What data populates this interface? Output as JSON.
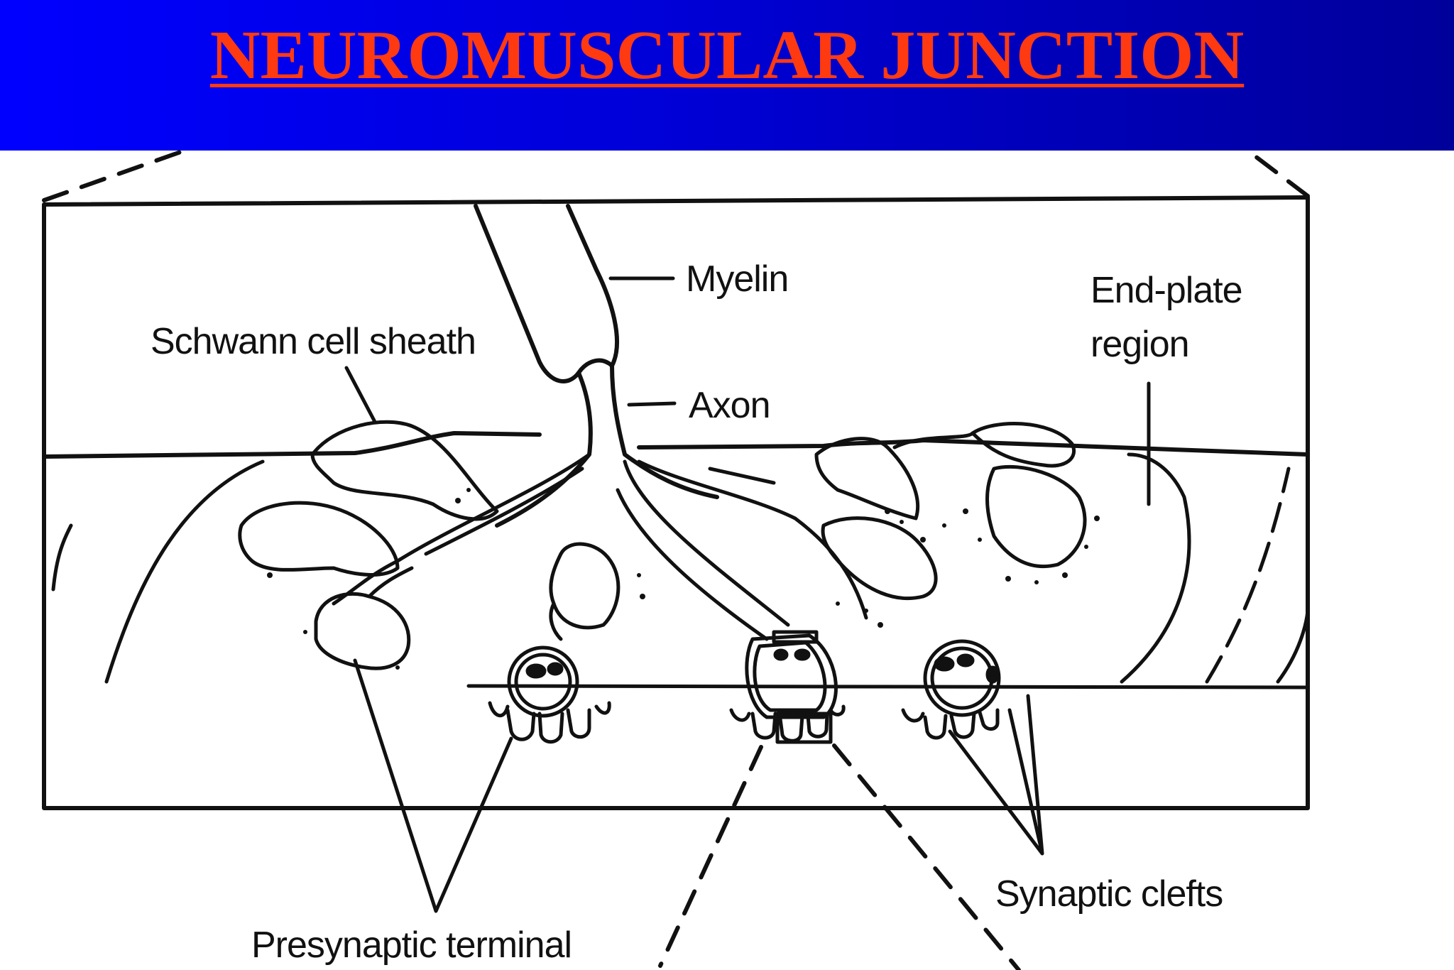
{
  "slide": {
    "title": "NEUROMUSCULAR JUNCTION",
    "title_color": "#ff3a10",
    "bar_color": "#0000d8"
  },
  "diagram": {
    "labels": {
      "myelin": "Myelin",
      "schwann": "Schwann cell sheath",
      "endplate_line1": "End-plate",
      "endplate_line2": "region",
      "axon": "Axon",
      "synaptic_clefts": "Synaptic clefts",
      "presynaptic": "Presynaptic terminal"
    }
  }
}
